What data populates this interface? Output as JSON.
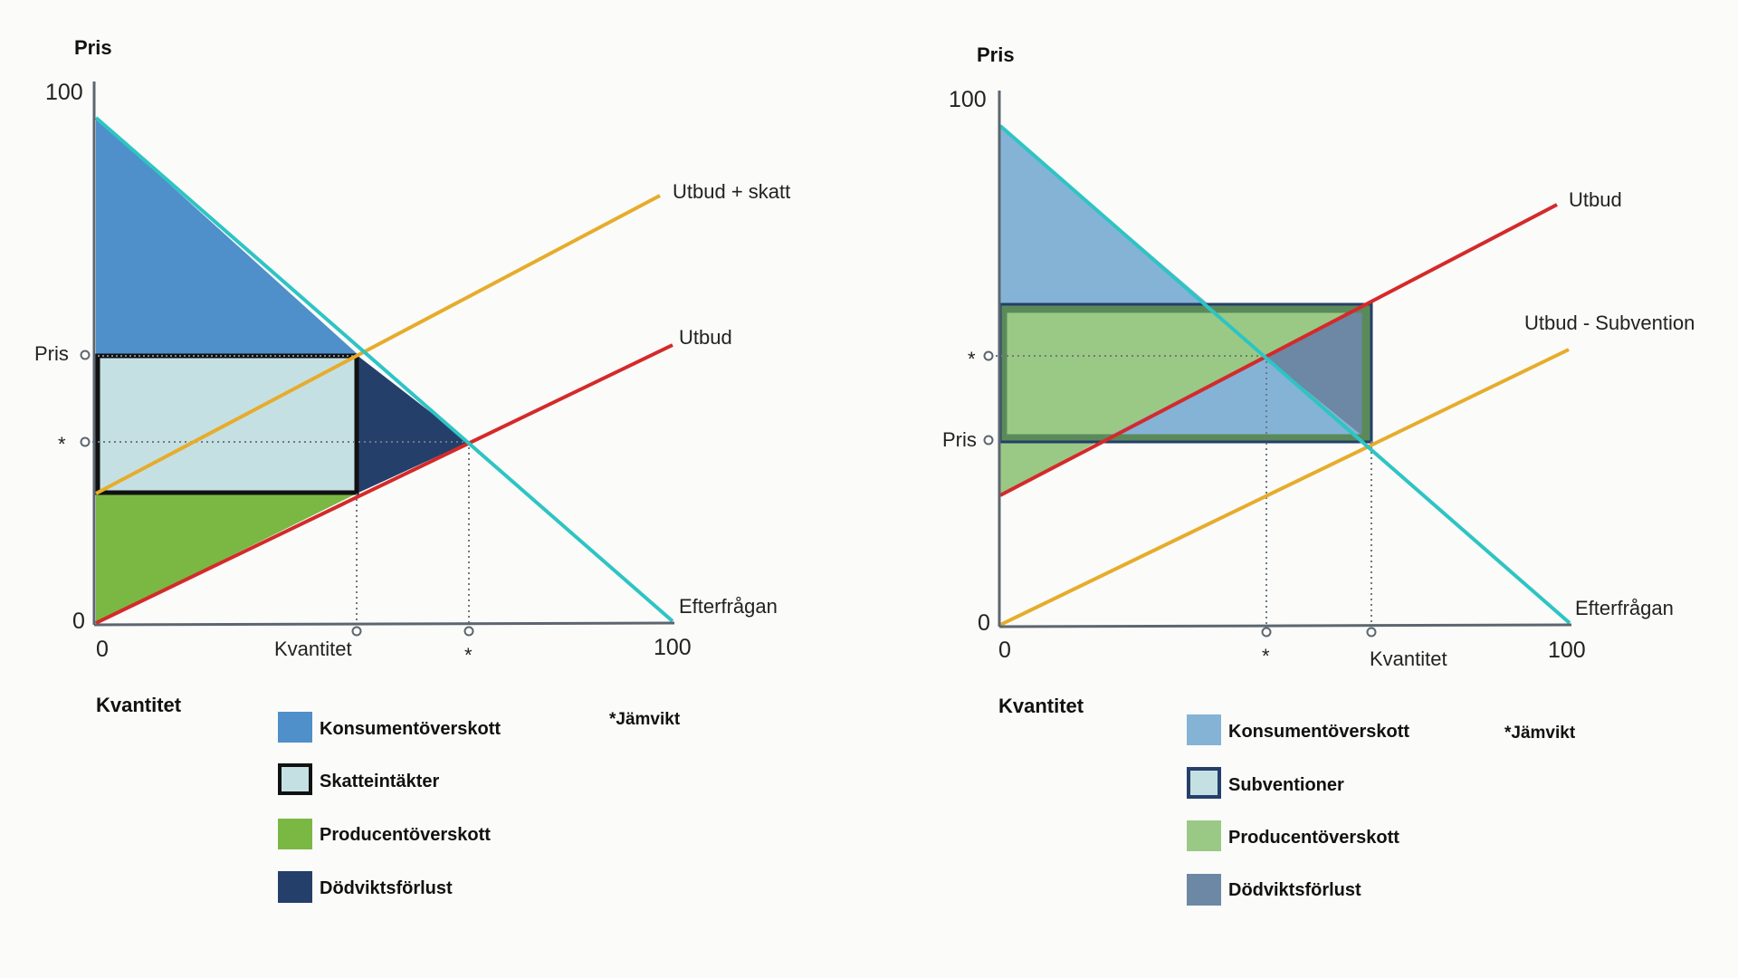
{
  "tax_panel": {
    "y_label": "Pris",
    "x_label": "Kvantitet",
    "y_max_tick": "100",
    "y_min_tick": "0",
    "x_min_tick": "0",
    "x_max_tick": "100",
    "y_marker_pris": "Pris",
    "y_marker_star": "*",
    "x_marker_kvantitet": "Kvantitet",
    "x_marker_star": "*",
    "curve_supply_tax": "Utbud + skatt",
    "curve_supply": "Utbud",
    "curve_demand": "Efterfrågan",
    "note": "*Jämvikt",
    "legend": [
      {
        "label": "Konsumentöverskott",
        "color": "#4f8fca"
      },
      {
        "label": "Skatteintäkter",
        "color": "#c5e0e3"
      },
      {
        "label": "Producentöverskott",
        "color": "#7ab843"
      },
      {
        "label": "Dödviktsförlust",
        "color": "#253f6b"
      }
    ]
  },
  "subsidy_panel": {
    "y_label": "Pris",
    "x_label": "Kvantitet",
    "y_max_tick": "100",
    "y_min_tick": "0",
    "x_min_tick": "0",
    "x_max_tick": "100",
    "y_marker_star": "*",
    "y_marker_pris": "Pris",
    "x_marker_star": "*",
    "x_marker_kvantitet": "Kvantitet",
    "curve_supply": "Utbud",
    "curve_supply_subsidy": "Utbud  - Subvention",
    "curve_demand": "Efterfrågan",
    "note": "*Jämvikt",
    "legend": [
      {
        "label": "Konsumentöverskott",
        "color": "#84b3d6"
      },
      {
        "label": "Subventioner",
        "color": "#c5e0e3"
      },
      {
        "label": "Producentöverskott",
        "color": "#9ac985"
      },
      {
        "label": "Dödviktsförlust",
        "color": "#6c88a4"
      }
    ]
  },
  "colors": {
    "demand": "#2ec4c4",
    "supply": "#d42a2a",
    "shifted_supply": "#e6ac2b",
    "axis": "#5c6670"
  }
}
